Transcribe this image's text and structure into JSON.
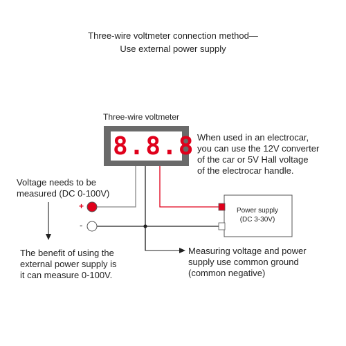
{
  "title": {
    "line1": "Three-wire voltmeter connection method—",
    "line2": "Use external power supply"
  },
  "voltmeter": {
    "label": "Three-wire voltmeter",
    "display": "8.8.8"
  },
  "electrocar_note": {
    "line1": "When used in an electrocar,",
    "line2": "you can use the 12V converter",
    "line3": "of the car or 5V Hall voltage",
    "line4": "of the electrocar handle."
  },
  "measure_note": {
    "line1": "Voltage needs to be",
    "line2": "measured (DC 0-100V)"
  },
  "terminals": {
    "plus": "+",
    "minus": "-"
  },
  "power_supply": {
    "line1": "Power supply",
    "line2": "(DC 3-30V)"
  },
  "benefit_note": {
    "line1": "The benefit of using the",
    "line2": "external power supply is",
    "line3": "it can measure 0-100V."
  },
  "ground_note": {
    "line1": "Measuring voltage and power",
    "line2": "supply use common ground",
    "line3": "(common negative)"
  },
  "colors": {
    "wire_red": "#e0001b",
    "wire_gray": "#888888",
    "wire_black": "#222222",
    "display_red": "#e0001b",
    "bezel": "#666666"
  }
}
